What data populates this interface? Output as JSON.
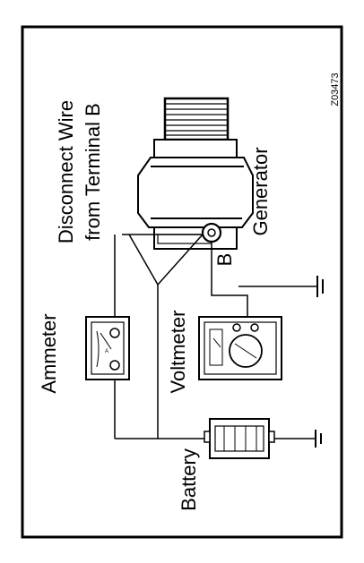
{
  "figure_id": "Z03473",
  "labels": {
    "instruction_line1": "Disconnect Wire",
    "instruction_line2": "from Terminal B",
    "generator": "Generator",
    "terminal_b": "B",
    "ammeter": "Ammeter",
    "voltmeter": "Voltmeter",
    "battery": "Battery"
  }
}
